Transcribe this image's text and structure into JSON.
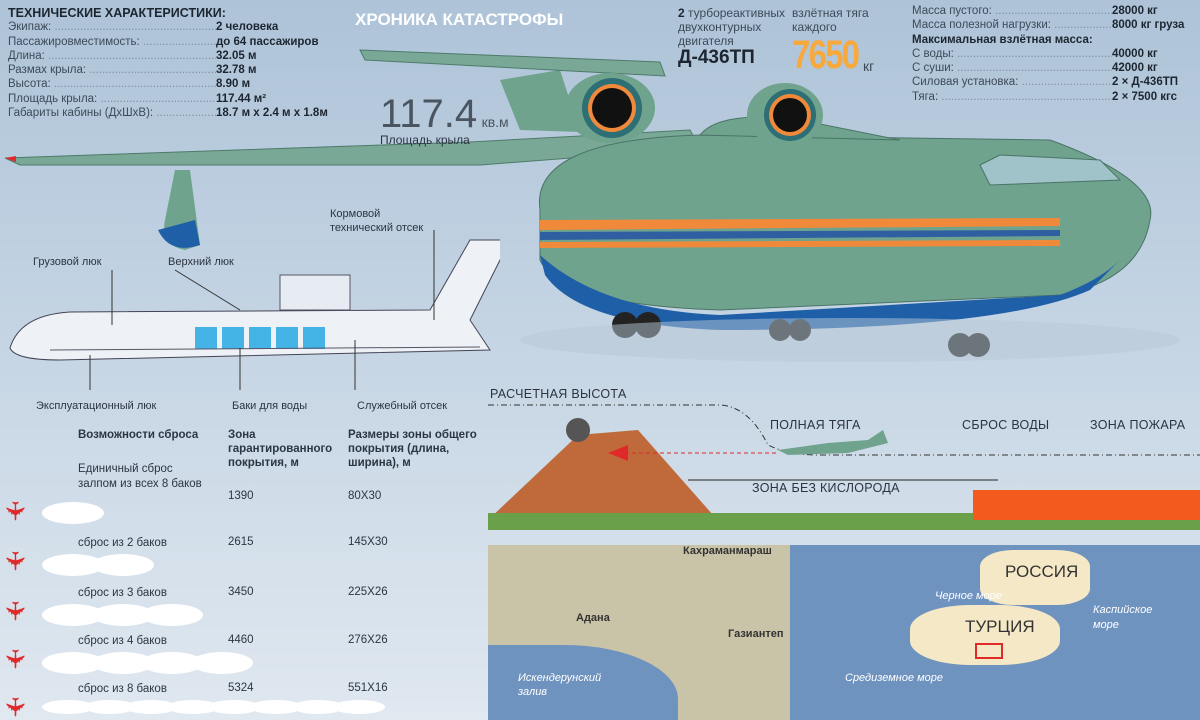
{
  "title": "ХРОНИКА КАТАСТРОФЫ",
  "specs": {
    "heading": "ТЕХНИЧЕСКИЕ ХАРАКТЕРИСТИКИ:",
    "rows": [
      {
        "k": "Экипаж:",
        "v": "2 человека"
      },
      {
        "k": "Пассажировместимость:",
        "v": "до 64 пассажиров"
      },
      {
        "k": "Длина:",
        "v": "32.05 м"
      },
      {
        "k": "Размах крыла:",
        "v": "32.78 м"
      },
      {
        "k": "Высота:",
        "v": "8.90 м"
      },
      {
        "k": "Площадь крыла:",
        "v": "117.44 м²"
      },
      {
        "k": "Габариты кабины (ДхШхВ):",
        "v": "18.7 м х 2.4 м х 1.8м"
      }
    ]
  },
  "engine": {
    "count": "2",
    "line1": "турбореактивных",
    "line2": "двухконтурных",
    "line3": "двигателя",
    "model": "Д-436ТП",
    "thrust_label1": "взлётная тяга",
    "thrust_label2": "каждого",
    "thrust_value": "7650",
    "thrust_unit": "кг"
  },
  "specs2": {
    "rows": [
      {
        "k": "Масса пустого:",
        "v": "28000 кг"
      },
      {
        "k": "Масса полезной нагрузки:",
        "v": "8000 кг груза"
      }
    ],
    "heading": "Максимальная взлётная масса:",
    "rows2": [
      {
        "k": "С воды:",
        "v": "40000 кг"
      },
      {
        "k": "С суши:",
        "v": "42000 кг"
      },
      {
        "k": "Силовая установка:",
        "v": "2 × Д-436ТП"
      },
      {
        "k": "Тяга:",
        "v": "2 × 7500 кгс"
      }
    ]
  },
  "wing_area": {
    "value": "117.4",
    "unit": "кв.м",
    "label": "Площадь крыла"
  },
  "cutaway": {
    "cargo_hatch": "Грузовой люк",
    "top_hatch": "Верхний люк",
    "tail1": "Кормовой",
    "tail2": "технический отсек",
    "service_hatch": "Эксплуатационный люк",
    "tanks": "Баки для воды",
    "service_bay": "Служебный отсек"
  },
  "profile": {
    "altitude": "РАСЧЕТНАЯ ВЫСОТА",
    "full_thrust": "ПОЛНАЯ ТЯГА",
    "drop": "СБРОС ВОДЫ",
    "fire_zone": "ЗОНА ПОЖАРА",
    "no_oxygen": "ЗОНА БЕЗ КИСЛОРОДА"
  },
  "table": {
    "headers": [
      "Возможности сброса",
      "Зона гарантированного покрытия, м",
      "Размеры зоны общего покрытия (длина, ширина), м"
    ],
    "rows": [
      {
        "mode": "Единичный сброс залпом из всех 8 баков",
        "zone": "1390",
        "size": "80X30",
        "clouds": 1
      },
      {
        "mode": "сброс из 2 баков",
        "zone": "2615",
        "size": "145X30",
        "clouds": 2
      },
      {
        "mode": "сброс из 3 баков",
        "zone": "3450",
        "size": "225X26",
        "clouds": 3
      },
      {
        "mode": "сброс из 4 баков",
        "zone": "4460",
        "size": "276X26",
        "clouds": 4
      },
      {
        "mode": "сброс из 8 баков",
        "zone": "5324",
        "size": "551X16",
        "clouds": 8
      }
    ]
  },
  "map": {
    "kahramanmaras": "Кахраманмараш",
    "adana": "Адана",
    "gaziantep": "Газиантеп",
    "iskenderun1": "Искендерунский",
    "iskenderun2": "залив",
    "russia": "РОССИЯ",
    "black_sea": "Черное море",
    "caspian1": "Каспийское",
    "caspian2": "море",
    "turkey": "ТУРЦИЯ",
    "med_sea": "Средиземное море"
  },
  "colors": {
    "plane": "#6fa38e",
    "accent": "#f5a623",
    "red": "#e02a2a",
    "belly": "#1f5fa8"
  }
}
